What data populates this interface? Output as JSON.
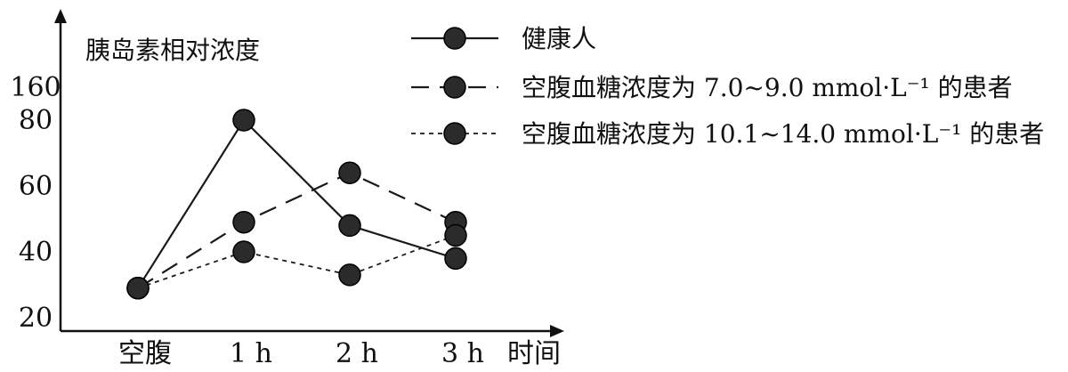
{
  "chart_data": {
    "type": "line",
    "title": "",
    "ylabel": "胰岛素相对浓度",
    "xlabel": "时间",
    "categories": [
      "空腹",
      "1 h",
      "2 h",
      "3 h"
    ],
    "y_ticks": [
      "160",
      "80",
      "60",
      "40",
      "20"
    ],
    "y_tick_values": [
      90,
      80,
      60,
      40,
      20
    ],
    "y_axis_break": "between 80 and 160",
    "ylim": [
      20,
      90
    ],
    "grid": false,
    "legend_position": "top-right",
    "series": [
      {
        "name": "健康人",
        "style": "solid",
        "values": [
          29,
          80,
          48,
          38
        ]
      },
      {
        "name": "空腹血糖浓度为 7.0~9.0 mmol·L⁻¹ 的患者",
        "style": "dashed",
        "values": [
          29,
          49,
          64,
          49
        ]
      },
      {
        "name": "空腹血糖浓度为 10.1~14.0 mmol·L⁻¹ 的患者",
        "style": "dotted",
        "values": [
          29,
          40,
          33,
          45
        ]
      }
    ],
    "colors": {
      "line": "#1a1a1a",
      "marker": "#2b2b2b",
      "axis": "#111111"
    }
  }
}
